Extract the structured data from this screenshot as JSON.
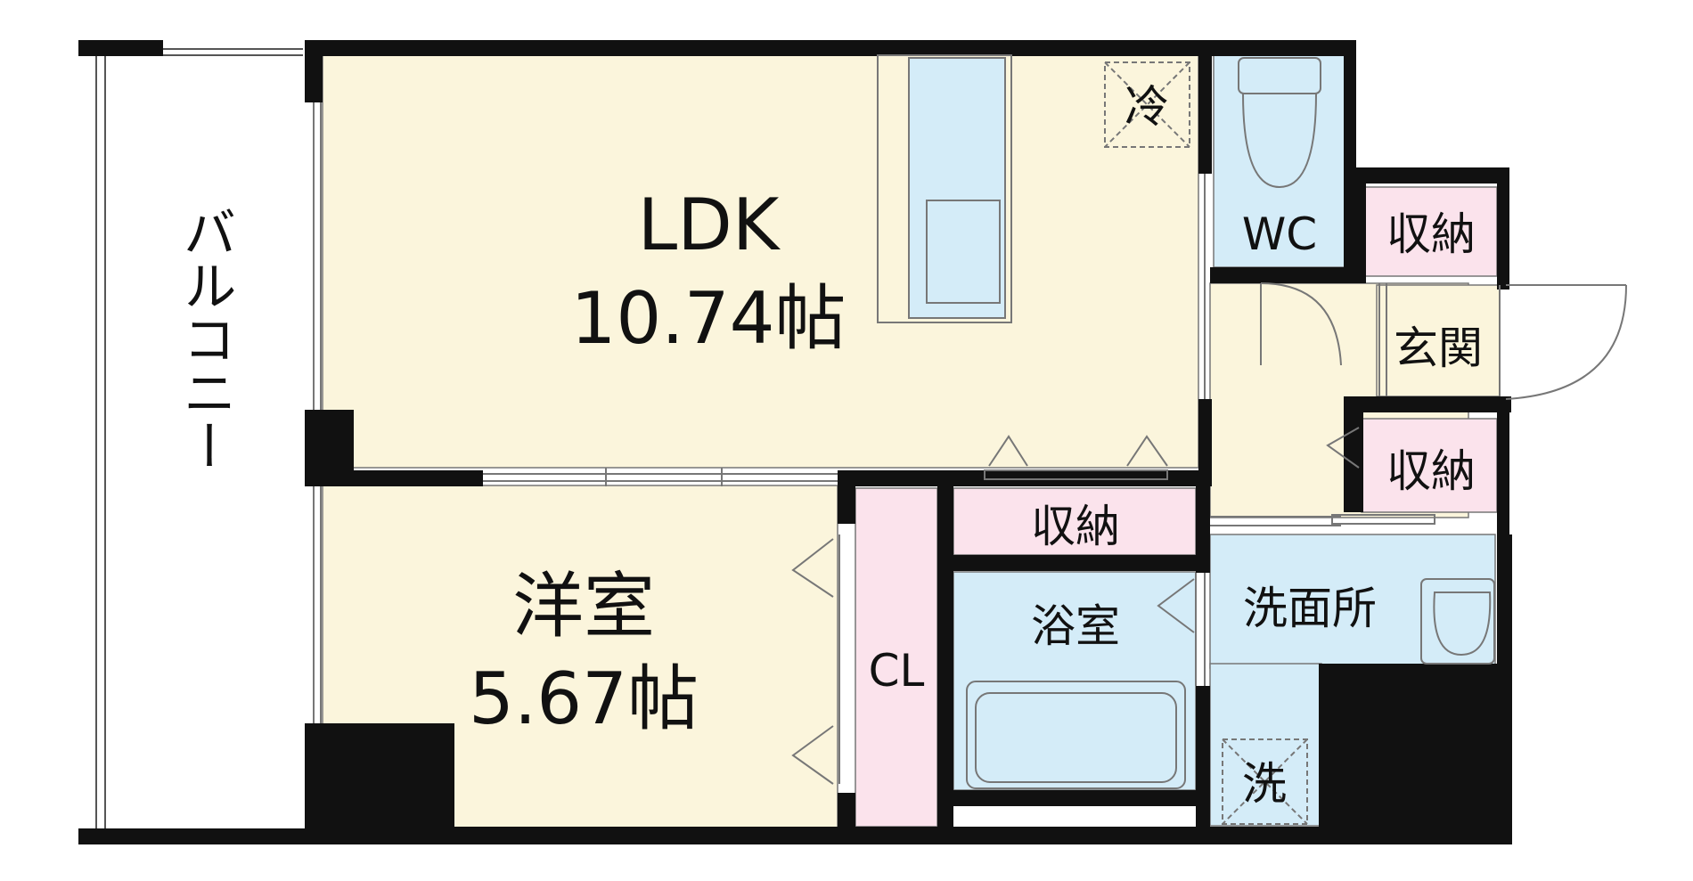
{
  "labels": {
    "ldk_name": "LDK",
    "ldk_size": "10.74帖",
    "western_name": "洋室",
    "western_size": "5.67帖",
    "balcony": "バルコニー",
    "wc": "WC",
    "storage": "収納",
    "entrance": "玄関",
    "closet": "CL",
    "bath": "浴室",
    "washroom": "洗面所",
    "fridge": "冷",
    "washer": "洗"
  },
  "colors": {
    "living_floor": "#fbf5dc",
    "wet_area": "#d4ecf8",
    "storage": "#fbe3ec",
    "wall": "#111111",
    "line": "#777777"
  }
}
